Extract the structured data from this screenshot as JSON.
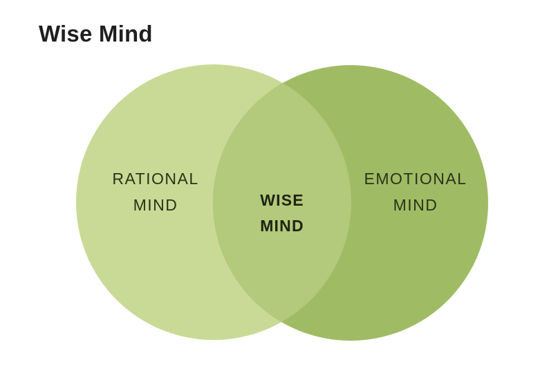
{
  "title": "Wise Mind",
  "venn": {
    "left_circle": {
      "label_line1": "RATIONAL",
      "label_line2": "MIND",
      "color": "#c9da96"
    },
    "right_circle": {
      "label_line1": "EMOTIONAL",
      "label_line2": "MIND",
      "color": "#9fbc64"
    },
    "overlap": {
      "label_line1": "WISE",
      "label_line2": "MIND",
      "color": "#b3c97b"
    },
    "label_color": "#2a3219",
    "overlap_label_color": "#1e2413"
  },
  "colors": {
    "background": "#ffffff",
    "title_color": "#1f1f1f"
  }
}
